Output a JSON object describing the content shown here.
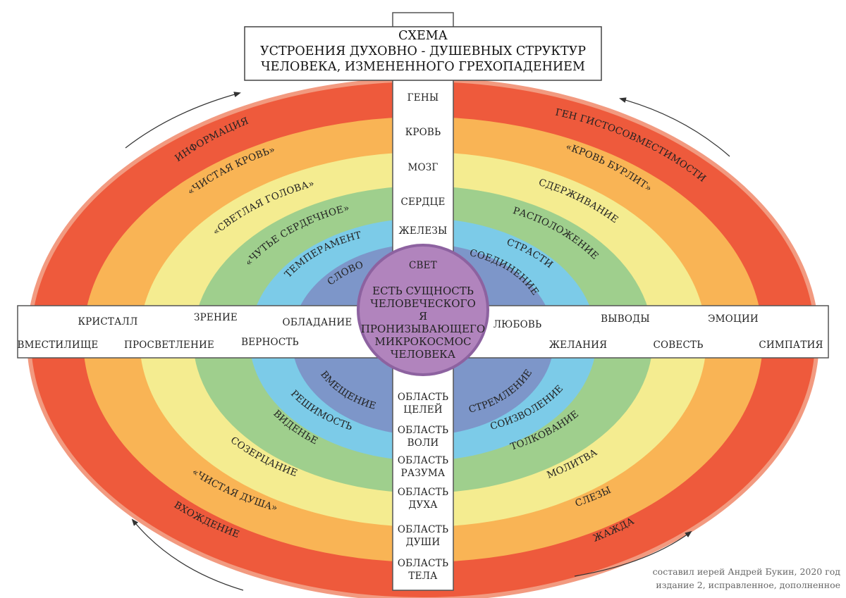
{
  "title": {
    "line1": "СХЕМА",
    "line2": "УСТРОЕНИЯ ДУХОВНО - ДУШЕВНЫХ СТРУКТУР",
    "line3": "ЧЕЛОВЕКА, ИЗМЕНЕННОГО ГРЕХОПАДЕНИЕМ"
  },
  "colors": {
    "ring_outer_rim": "#f29a80",
    "ring1_red": "#ee5a3c",
    "ring2_orange": "#f9b455",
    "ring3_yellow": "#f4ec90",
    "ring4_green": "#9fcf8d",
    "ring5_blue": "#7ccbe8",
    "ring6_slate": "#7d96c9",
    "center_purple": "#b184bd",
    "center_border": "#8d62a0"
  },
  "vertical_top": [
    "ГЕНЫ",
    "КРОВЬ",
    "МОЗГ",
    "СЕРДЦЕ",
    "ЖЕЛЕЗЫ",
    "СВЕТ"
  ],
  "vertical_bottom": [
    {
      "l1": "ОБЛАСТЬ",
      "l2": "ЦЕЛЕЙ"
    },
    {
      "l1": "ОБЛАСТЬ",
      "l2": "ВОЛИ"
    },
    {
      "l1": "ОБЛАСТЬ",
      "l2": "РАЗУМА"
    },
    {
      "l1": "ОБЛАСТЬ",
      "l2": "ДУХА"
    },
    {
      "l1": "ОБЛАСТЬ",
      "l2": "ДУШИ"
    },
    {
      "l1": "ОБЛАСТЬ",
      "l2": "ТЕЛА"
    }
  ],
  "center": {
    "lines": [
      "ЕСТЬ СУЩНОСТЬ",
      "ЧЕЛОВЕЧЕСКОГО",
      "Я",
      "ПРОНИЗЫВАЮЩЕГО",
      "МИКРОКОСМОС",
      "ЧЕЛОВЕКА"
    ]
  },
  "horizontal_left": {
    "row1": [
      "КРИСТАЛЛ",
      "ЗРЕНИЕ",
      "ОБЛАДАНИЕ"
    ],
    "row2": [
      "ВМЕСТИЛИЩЕ",
      "ПРОСВЕТЛЕНИЕ",
      "ВЕРНОСТЬ"
    ]
  },
  "horizontal_right": {
    "row1": [
      "ЛЮБОВЬ",
      "ВЫВОДЫ",
      "ЭМОЦИИ"
    ],
    "row2": [
      "ЖЕЛАНИЯ",
      "СОВЕСТЬ",
      "СИМПАТИЯ"
    ]
  },
  "upper_left": [
    "ИНФОРМАЦИЯ",
    "«ЧИСТАЯ КРОВЬ»",
    "«СВЕТЛАЯ ГОЛОВА»",
    "«ЧУТЬЕ СЕРДЕЧНОЕ»",
    "ТЕМПЕРАМЕНТ",
    "СЛОВО"
  ],
  "upper_right": [
    "ГЕН ГИСТОСОВМЕСТИМОСТИ",
    "«КРОВЬ БУРЛИТ»",
    "СДЕРЖИВАНИЕ",
    "РАСПОЛОЖЕНИЕ",
    "СТРАСТИ",
    "СОЕДИНЕНИЕ"
  ],
  "lower_left": [
    "ВХОЖДЕНИЕ",
    "«ЧИСТАЯ ДУША»",
    "СОЗЕРЦАНИЕ",
    "ВИДЕНЬЕ",
    "РЕШИМОСТЬ",
    "ВМЕЩЕНИЕ"
  ],
  "lower_right": [
    "ЖАЖДА",
    "СЛЕЗЫ",
    "МОЛИТВА",
    "ТОЛКОВАНИЕ",
    "СОИЗВОЛЕНИЕ",
    "СТРЕМЛЕНИЕ"
  ],
  "credit": {
    "line1": "составил иерей Андрей Букин, 2020 год",
    "line2": "издание 2, исправленное, дополненное"
  }
}
